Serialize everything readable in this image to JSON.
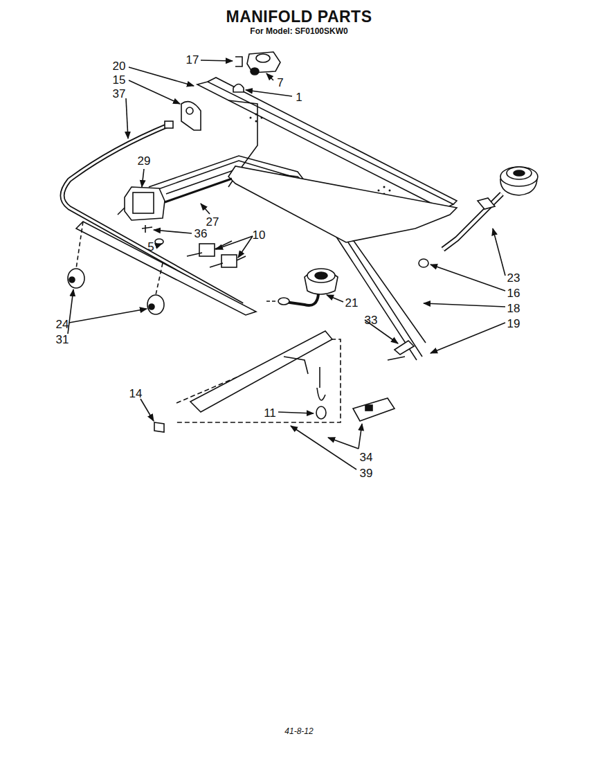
{
  "diagram": {
    "title": "MANIFOLD PARTS",
    "labels": [
      "For Model: SF0100SKW0",
      "20",
      "15",
      "37",
      "17",
      "7",
      "1",
      "29",
      "27",
      "36",
      "5",
      "10",
      "31",
      "24",
      "21",
      "23",
      "16",
      "18",
      "19",
      "33",
      "14",
      "11",
      "34",
      "39",
      "41-8-12"
    ]
  }
}
